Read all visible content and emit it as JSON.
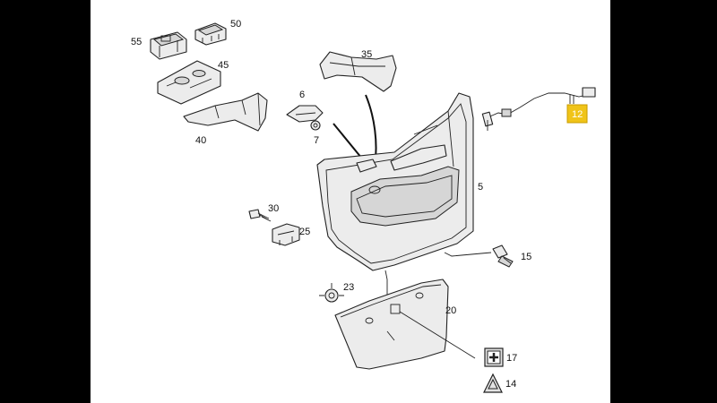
{
  "diagram": {
    "highlight_color": "#f0c419",
    "callouts": {
      "c55": "55",
      "c50": "50",
      "c45": "45",
      "c40": "40",
      "c35": "35",
      "c6": "6",
      "c7": "7",
      "c30": "30",
      "c25": "25",
      "c5": "5",
      "c15": "15",
      "c23": "23",
      "c20": "20",
      "c17": "17",
      "c14": "14",
      "c12": "12"
    }
  }
}
